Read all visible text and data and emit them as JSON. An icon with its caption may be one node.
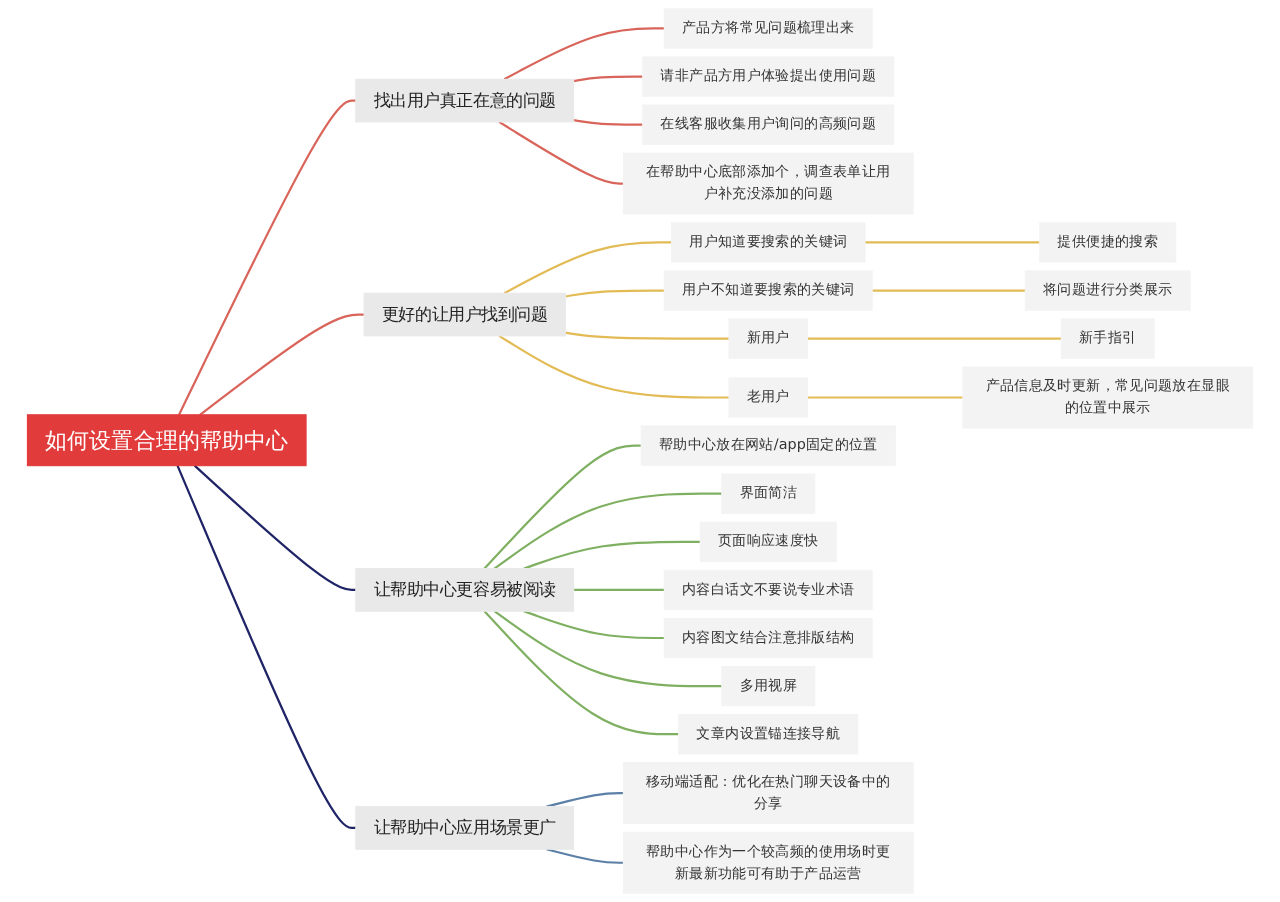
{
  "diagram": {
    "nodes": [
      {
        "text": [
          "如何设置合理的帮助中心"
        ]
      },
      {
        "text": [
          "找出用户真正在意的问题"
        ]
      },
      {
        "text": [
          "产品方将常见问题梳理出来"
        ]
      },
      {
        "text": [
          "请非产品方用户体验提出使用问题"
        ]
      },
      {
        "text": [
          "在线客服收集用户询问的高频问题"
        ]
      },
      {
        "text": [
          "在帮助中心底部添加个，调查表单让用户补充没添加的问题"
        ]
      },
      {
        "text": [
          "更好的让用户找到问题"
        ]
      },
      {
        "text": [
          "用户知道要搜索的关键词"
        ]
      },
      {
        "text": [
          "提供便捷的搜索"
        ]
      },
      {
        "text": [
          "用户不知道要搜索的关键词"
        ]
      },
      {
        "text": [
          "将问题进行分类展示"
        ]
      },
      {
        "text": [
          "新用户"
        ]
      },
      {
        "text": [
          "新手指引"
        ]
      },
      {
        "text": [
          "老用户"
        ]
      },
      {
        "text": [
          "产品信息及时更新，常见问题放在显眼的位置中展示"
        ]
      },
      {
        "text": [
          "让帮助中心更容易被阅读"
        ]
      },
      {
        "text": [
          "帮助中心放在网站/app固定的位置"
        ]
      },
      {
        "text": [
          "界面简洁"
        ]
      },
      {
        "text": [
          "页面响应速度快"
        ]
      },
      {
        "text": [
          "内容白话文不要说专业术语"
        ]
      },
      {
        "text": [
          "内容图文结合注意排版结构"
        ]
      },
      {
        "text": [
          "多用视屏"
        ]
      },
      {
        "text": [
          "文章内设置锚连接导航"
        ]
      },
      {
        "text": [
          "让帮助中心应用场景更广"
        ]
      },
      {
        "text": [
          "移动端适配：优化在热门聊天设备中的分享"
        ]
      },
      {
        "text": [
          "帮助中心作为一个较高频的使用场时更新最新功能可有助于产品运营"
        ]
      }
    ],
    "edges": [
      {
        "from": 0,
        "to": 1,
        "arrow": "none",
        "color": "#d9645a"
      },
      {
        "from": 0,
        "to": 6,
        "arrow": "none",
        "color": "#d9645a"
      },
      {
        "from": 0,
        "to": 15,
        "arrow": "none",
        "color": "#1f2466"
      },
      {
        "from": 0,
        "to": 23,
        "arrow": "none",
        "color": "#1f2466"
      },
      {
        "from": 1,
        "to": 2,
        "arrow": "none",
        "color": "#d9645a"
      },
      {
        "from": 1,
        "to": 3,
        "arrow": "none",
        "color": "#d9645a"
      },
      {
        "from": 1,
        "to": 4,
        "arrow": "none",
        "color": "#d9645a"
      },
      {
        "from": 1,
        "to": 5,
        "arrow": "none",
        "color": "#d9645a"
      },
      {
        "from": 6,
        "to": 7,
        "arrow": "none",
        "color": "#e2bb55"
      },
      {
        "from": 6,
        "to": 9,
        "arrow": "none",
        "color": "#e2bb55"
      },
      {
        "from": 6,
        "to": 11,
        "arrow": "none",
        "color": "#e2bb55"
      },
      {
        "from": 6,
        "to": 13,
        "arrow": "none",
        "color": "#e2bb55"
      },
      {
        "from": 7,
        "to": 8,
        "arrow": "none",
        "color": "#e2bb55"
      },
      {
        "from": 9,
        "to": 10,
        "arrow": "none",
        "color": "#e2bb55"
      },
      {
        "from": 11,
        "to": 12,
        "arrow": "none",
        "color": "#e2bb55"
      },
      {
        "from": 13,
        "to": 14,
        "arrow": "none",
        "color": "#e2bb55"
      },
      {
        "from": 15,
        "to": 16,
        "arrow": "none",
        "color": "#7fb062"
      },
      {
        "from": 15,
        "to": 17,
        "arrow": "none",
        "color": "#7fb062"
      },
      {
        "from": 15,
        "to": 18,
        "arrow": "none",
        "color": "#7fb062"
      },
      {
        "from": 15,
        "to": 19,
        "arrow": "none",
        "color": "#7fb062"
      },
      {
        "from": 15,
        "to": 20,
        "arrow": "none",
        "color": "#7fb062"
      },
      {
        "from": 15,
        "to": 21,
        "arrow": "none",
        "color": "#7fb062"
      },
      {
        "from": 15,
        "to": 22,
        "arrow": "none",
        "color": "#7fb062"
      },
      {
        "from": 23,
        "to": 24,
        "arrow": "none",
        "color": "#5b7fa6"
      },
      {
        "from": 23,
        "to": 25,
        "arrow": "none",
        "color": "#5b7fa6"
      }
    ]
  }
}
